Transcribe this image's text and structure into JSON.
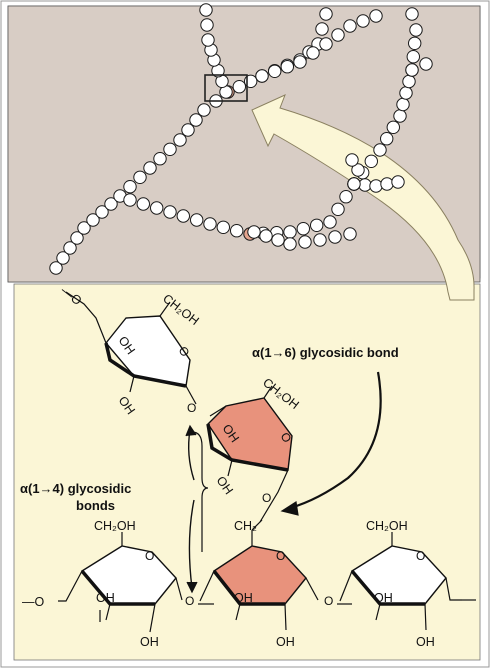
{
  "colors": {
    "top_panel": "#d8cdc5",
    "bottom_panel": "#fbf6d6",
    "branch_point": "#e4a48e",
    "highlight_ring": "#e8927c",
    "bead": "#ffffff",
    "outline": "#1a1a1a"
  },
  "labels": {
    "bond_16": "α(1→6) glycosidic bond",
    "bond_14_line1": "α(1→4) glycosidic",
    "bond_14_line2": "bonds"
  },
  "groups": {
    "ch2oh": "CH₂OH",
    "ch2": "CH₂",
    "oh": "OH",
    "o": "O",
    "chain_end": "—O"
  }
}
